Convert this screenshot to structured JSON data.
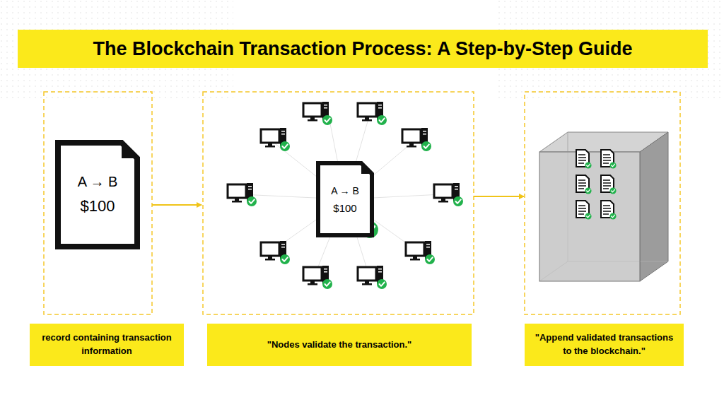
{
  "diagram": {
    "title": "The Blockchain Transaction Process: A Step-by-Step Guide",
    "nodes": [
      {
        "text": [
          "A → B",
          "$100"
        ]
      },
      {
        "text": [
          "A → B",
          "$100"
        ]
      },
      {
        "text": [
          "record containing transaction information"
        ]
      },
      {
        "text": [
          "\"Nodes validate the transaction.\""
        ]
      },
      {
        "text": [
          "\"Append validated transactions to the blockchain.\""
        ]
      }
    ]
  }
}
